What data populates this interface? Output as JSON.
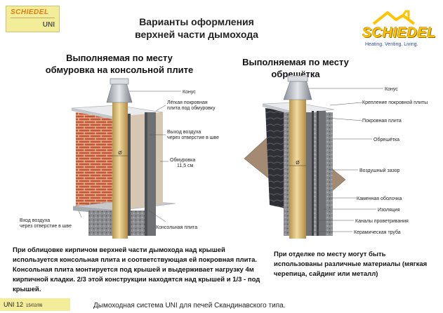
{
  "badge": {
    "brand": "SCHIEDEL",
    "product": "UNI"
  },
  "logo": {
    "brand": "SCHIEDEL",
    "tagline": "Heating. Venting. Living."
  },
  "title": {
    "line1": "Варианты оформления",
    "line2": "верхней части дымохода"
  },
  "left_panel": {
    "heading_line1": "Выполняемая по месту",
    "heading_line2": "обмуровка на консольной плите",
    "labels": {
      "cone": "Конус",
      "light_cover_1": "Лёгкая покровная",
      "light_cover_2": "плита под обмуровку",
      "air_out_1": "Выход воздуха",
      "air_out_2": "через отверстие в шве",
      "masonry_1": "Обмуровка",
      "masonry_2": "11,5 см",
      "air_in_1": "Вход воздуха",
      "air_in_2": "через отверстие в шве",
      "console_plate": "Консольная плита",
      "diameter": "Ø"
    },
    "description": "При облицовке кирпичом верхней части дымохода над крышей используется консольная плита и соответствующая ей покровная плита. Консольная плита монтируется под крышей и выдерживает нагрузку 4м кирпичной кладки. 2/3 этой конструкции находятся над крышей и 1/3 - под крышей."
  },
  "right_panel": {
    "heading_line1": "Выполняемая по месту",
    "heading_line2": "обрешётка",
    "labels": {
      "cone": "Конус",
      "cover_mount": "Крепление покровной плиты",
      "cover_plate": "Покровная плита",
      "lathing": "Обрешётка",
      "air_gap": "Воздушный зазор",
      "stone_shell": "Каменная оболочка",
      "insulation": "Изоляция",
      "vent_channels": "Каналы проветривания",
      "ceramic_pipe": "Керамическая труба",
      "diameter": "Ø"
    },
    "description": "При отделке по месту могут быть использованы различные материалы (мягкая черепица, сайдинг или металл)"
  },
  "footer": {
    "code": "UNI  12",
    "date": "15/02/06",
    "text": "Дымоходная система UNI для печей Скандинавского типа."
  },
  "colors": {
    "badge_bg": "#f3ed99",
    "logo_yellow": "#ffc400",
    "logo_blue": "#2a4e9b",
    "brick": "#c8542e",
    "mortar": "#e4d6c4",
    "pipe": "#d8b86a",
    "insulation": "#6e7074",
    "cone": "#b9bec4",
    "lathing": "#2f3036",
    "roof_board": "#a48a72"
  }
}
